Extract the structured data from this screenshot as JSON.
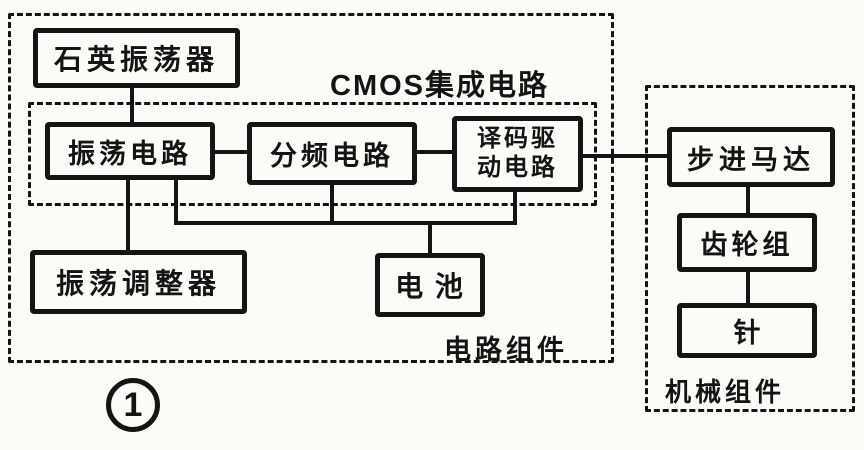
{
  "figure": {
    "number": "1"
  },
  "groups": {
    "cmos_ic": {
      "label": "CMOS集成电路"
    },
    "circuit_assembly": {
      "label": "电路组件"
    },
    "mechanical_assembly": {
      "label": "机械组件"
    }
  },
  "blocks": {
    "quartz_oscillator": {
      "label": "石英振荡器"
    },
    "oscillation_circuit": {
      "label": "振荡电路"
    },
    "frequency_divider": {
      "label": "分频电路"
    },
    "decoder_driver": {
      "line1": "译码驱",
      "line2": "动电路"
    },
    "oscillation_adjuster": {
      "label": "振荡调整器"
    },
    "battery": {
      "label": "电 池"
    },
    "stepper_motor": {
      "label": "步进马达"
    },
    "gear_train": {
      "label": "齿轮组"
    },
    "hands": {
      "label": "针"
    }
  },
  "colors": {
    "ink": "#141414",
    "background": "#fcfbf8"
  }
}
